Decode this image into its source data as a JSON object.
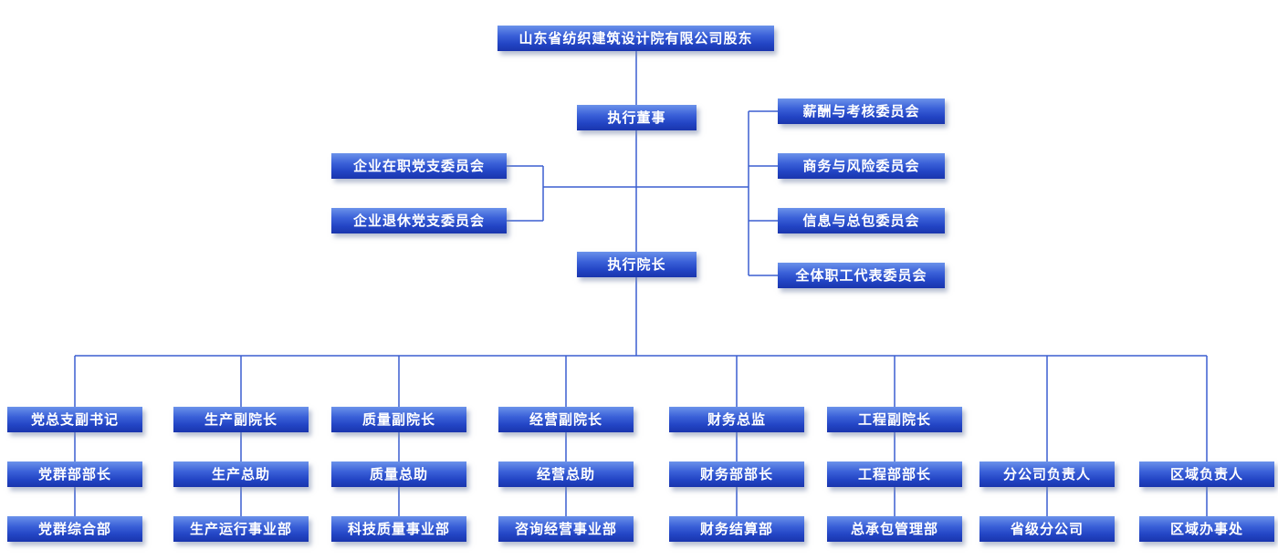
{
  "org_chart": {
    "title": "山东省纺织建筑设计院有限公司股东",
    "root": {
      "label": "山东省纺织建筑设计院有限公司股东"
    },
    "executive_director": {
      "label": "执行董事"
    },
    "executive_dean": {
      "label": "执行院长"
    },
    "committees_right": [
      {
        "label": "薪酬与考核委员会"
      },
      {
        "label": "商务与风险委员会"
      },
      {
        "label": "信息与总包委员会"
      },
      {
        "label": "全体职工代表委员会"
      }
    ],
    "party_branches_left": [
      {
        "label": "企业在职党支委员会"
      },
      {
        "label": "企业退休党支委员会"
      }
    ],
    "columns": [
      {
        "levels": {
          "l1": "党总支副书记",
          "l2": "党群部部长",
          "l3": "党群综合部"
        }
      },
      {
        "levels": {
          "l1": "生产副院长",
          "l2": "生产总助",
          "l3": "生产运行事业部"
        }
      },
      {
        "levels": {
          "l1": "质量副院长",
          "l2": "质量总助",
          "l3": "科技质量事业部"
        }
      },
      {
        "levels": {
          "l1": "经营副院长",
          "l2": "经营总助",
          "l3": "咨询经营事业部"
        }
      },
      {
        "levels": {
          "l1": "财务总监",
          "l2": "财务部部长",
          "l3": "财务结算部"
        }
      },
      {
        "levels": {
          "l1": "工程副院长",
          "l2": "工程部部长",
          "l3": "总承包管理部"
        }
      },
      {
        "levels": {
          "l2": "分公司负责人",
          "l3": "省级分公司"
        }
      },
      {
        "levels": {
          "l2": "区域负责人",
          "l3": "区域办事处"
        }
      }
    ],
    "colors": {
      "node_gradient_top": "#6b92ea",
      "node_gradient_bottom": "#1a35ad",
      "connector": "#3b5fd0",
      "text": "#ffffff",
      "background": "#ffffff"
    }
  }
}
